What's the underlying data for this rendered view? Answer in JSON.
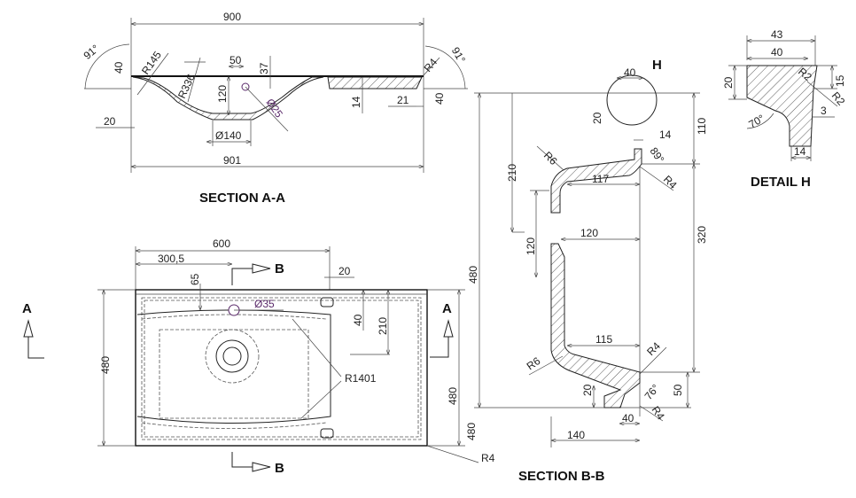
{
  "section_aa": {
    "title": "SECTION A-A",
    "dims": {
      "width_top": "900",
      "width_bottom": "901",
      "angle_left": "91°",
      "angle_right": "91°",
      "left_height": "40",
      "right_height": "40",
      "r145": "R145",
      "r336": "R336",
      "r4": "R4",
      "tap_offset": "50",
      "tap_depth": "37",
      "depth": "120",
      "tap_dia": "Ø25",
      "drain_dia": "Ø140",
      "left_edge": "20",
      "deck_thk": "14",
      "right_edge": "21"
    }
  },
  "plan_view": {
    "dims": {
      "basin_width": "600",
      "tap_pos": "300,5",
      "tap_from_back": "65",
      "tap_hole_dia": "Ø35",
      "overflow": "20",
      "deck_inset": "40",
      "basin_back": "210",
      "depth_left": "480",
      "depth_right": "480",
      "depth_right_inner": "480",
      "basin_radius": "R1401",
      "corner_radius": "R4"
    },
    "section_markers": {
      "b_top": "B",
      "b_bottom": "B",
      "a_left": "A",
      "a_right": "A"
    }
  },
  "section_bb": {
    "title": "SECTION B-B",
    "detail_marker": "H",
    "dims": {
      "total_height": "480",
      "upper_210": "210",
      "lower_120": "120",
      "top_110": "110",
      "mid_320": "320",
      "bottom_50": "50",
      "h_40": "40",
      "h_20": "20",
      "h_14": "14",
      "angle_89": "89°",
      "r6_top": "R6",
      "r4_top": "R4",
      "w117": "117",
      "w120": "120",
      "w115": "115",
      "r6_bottom": "R6",
      "r4_mid": "R4",
      "angle_76": "76°",
      "r4_bottom": "R4",
      "foot_20": "20",
      "foot_40": "40",
      "w140": "140"
    }
  },
  "detail_h": {
    "title": "DETAIL H",
    "dims": {
      "w43": "43",
      "w40": "40",
      "h20": "20",
      "h15": "15",
      "r2a": "R2",
      "r2b": "R2",
      "w3": "3",
      "angle70": "70°",
      "w14": "14"
    }
  }
}
